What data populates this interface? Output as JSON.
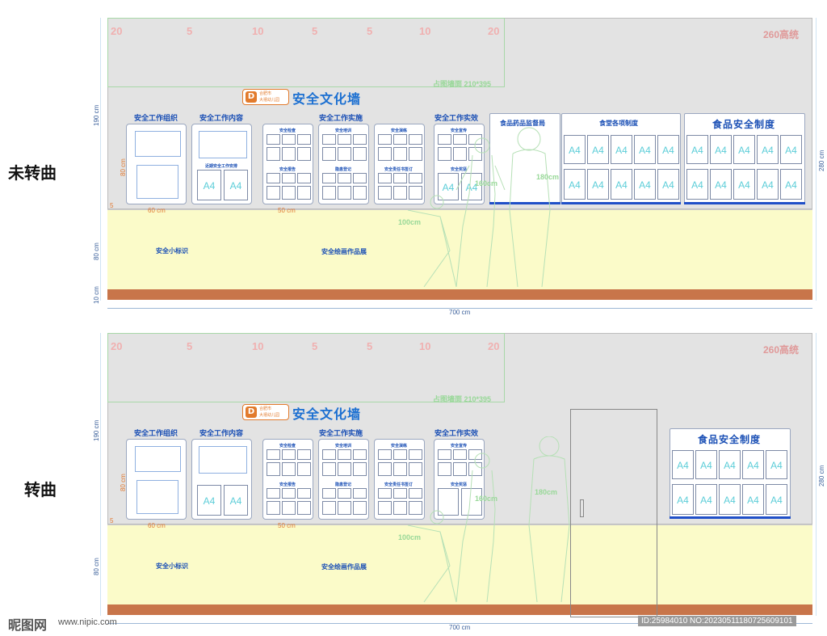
{
  "sections": [
    {
      "label": "未转曲"
    },
    {
      "label": "转曲"
    }
  ],
  "top_numbers": [
    "20",
    "5",
    "10",
    "5",
    "5",
    "10",
    "20"
  ],
  "height_tag": "260高统",
  "area_label": "占图墙面 210*395",
  "wall_title": "安全文化墙",
  "logo_d": "D",
  "logo_line1": "合肥市",
  "logo_line2": "大禧幼儿园",
  "boards": {
    "org": "安全工作组织",
    "content": "安全工作内容",
    "implement": "安全工作实施",
    "effect": "安全工作实效",
    "drug": "食品药品监督局",
    "canteen": "食堂各项制度",
    "food_safety": "食品安全制度"
  },
  "small_titles": {
    "check": "安全检查",
    "training": "安全培训",
    "drill": "安全演练",
    "record": "安全报告",
    "inspect": "安全检查",
    "book": "隐患登记",
    "sign": "安全责任书签订",
    "reward": "安全奖惩",
    "week_plan": "近期安全工作安排",
    "extra": "安全宣传"
  },
  "a4": "A4",
  "dims": {
    "w60": "60 cm",
    "w50": "50 cm",
    "h80": "80 cm",
    "h5": "5",
    "h190": "190 cm",
    "h80b": "80 cm",
    "h10": "10 cm",
    "w700": "700 cm",
    "h280": "280 cm",
    "p180": "180cm",
    "p100": "100cm",
    "p160": "160cm"
  },
  "lower": {
    "sign_label": "安全小标识",
    "art_label": "安全绘画作品展"
  },
  "footer": {
    "logo": "昵图网",
    "url": "www.nipic.com",
    "id": "ID:25984010 NO:20230511180725609101"
  },
  "colors": {
    "wall": "#e3e3e3",
    "lower": "#fbfbc9",
    "base": "#c8754a",
    "accent": "#1b6fd1"
  }
}
